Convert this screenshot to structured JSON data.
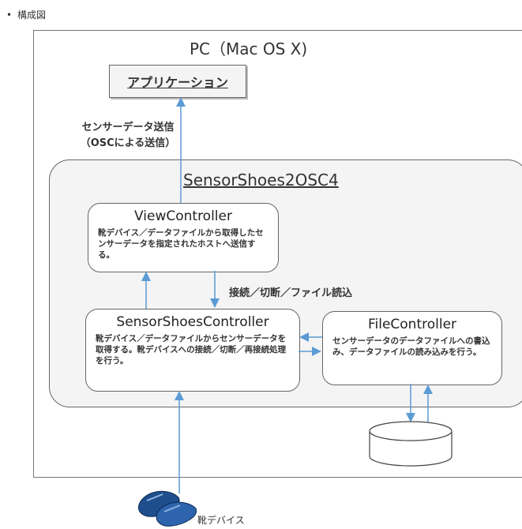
{
  "heading": {
    "bullet": "•",
    "text": "構成図"
  },
  "pc": {
    "title": "PC（Mac OS X)"
  },
  "application": {
    "label": "アプリケーション"
  },
  "send_label": {
    "line1": "センサーデータ送信",
    "line2": "（OSCによる送信）"
  },
  "sensor_app": {
    "title": "SensorShoes2OSC4"
  },
  "view_controller": {
    "title": "ViewController",
    "description": "靴デバイス／データファイルから取得したセンサーデータを指定されたホストへ送信する。"
  },
  "connection_label": "接続／切断／ファイル読込",
  "sensor_shoes_controller": {
    "title": "SensorShoesController",
    "description": "靴デバイス／データファイルからセンサーデータを取得する。靴デバイスへの接続／切断／再接続処理を行う。"
  },
  "file_controller": {
    "title": "FileController",
    "description": "センサーデータのデータファイルへの書込み、データファイルの読み込みを行う。"
  },
  "device": {
    "label": "靴デバイス"
  },
  "colors": {
    "arrow": "#5b9bd5",
    "frame": "#666666",
    "panel": "#f4f4f4"
  }
}
